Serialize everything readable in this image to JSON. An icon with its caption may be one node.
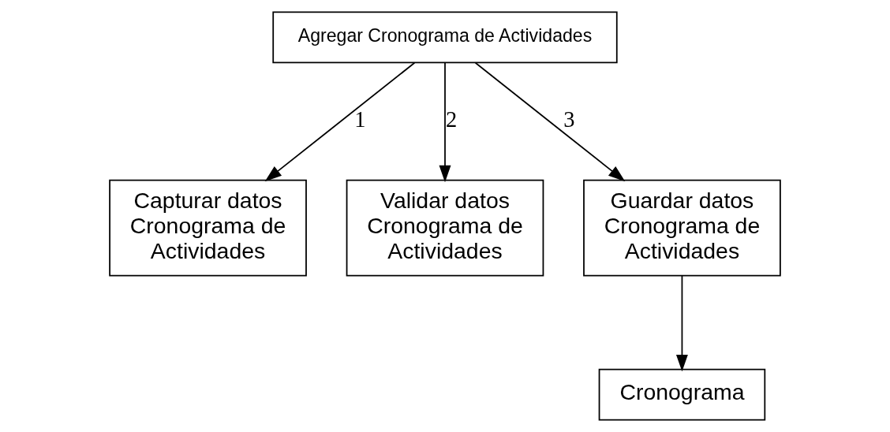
{
  "diagram": {
    "nodes": [
      {
        "text": [
          "Agregar Cronograma de Actividades"
        ]
      },
      {
        "text": [
          "Capturar datos Cronograma de Actividades"
        ]
      },
      {
        "text": [
          "Validar datos Cronograma de Actividades"
        ]
      },
      {
        "text": [
          "Guardar datos Cronograma de Actividades"
        ]
      },
      {
        "text": [
          "Cronograma"
        ]
      }
    ],
    "edges": [
      {
        "from": 0,
        "to": 1,
        "arrow": "to",
        "label": "1"
      },
      {
        "from": 0,
        "to": 2,
        "arrow": "to",
        "label": "2"
      },
      {
        "from": 0,
        "to": 3,
        "arrow": "to",
        "label": "3"
      },
      {
        "from": 3,
        "to": 4,
        "arrow": "to"
      }
    ]
  }
}
